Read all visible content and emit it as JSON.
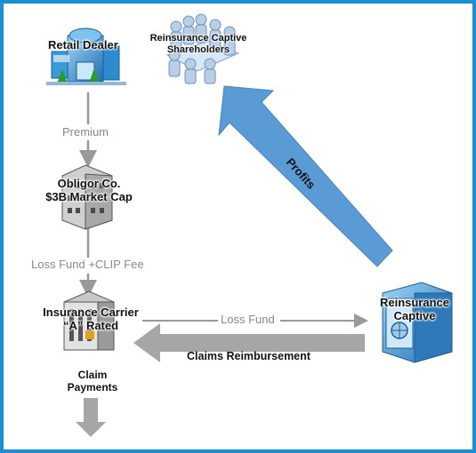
{
  "nodes": {
    "retail_dealer": "Retail Dealer",
    "shareholders": "Reinsurance Captive Shareholders",
    "obligor": [
      "Obligor Co.",
      "$3B Market Cap"
    ],
    "carrier": [
      "Insurance Carrier",
      "“A” Rated"
    ],
    "captive": [
      "Reinsurance",
      "Captive"
    ],
    "claim_payments": [
      "Claim",
      "Payments"
    ]
  },
  "flows": {
    "premium": "Premium",
    "loss_fund_clip": "Loss Fund +CLIP Fee",
    "loss_fund": "Loss Fund",
    "claims_reimbursement": "Claims Reimbursement",
    "profits": "Profits"
  },
  "icons": {
    "retail_dealer": "building-icon",
    "shareholders": "meeting-people-icon",
    "obligor": "office-building-icon",
    "carrier": "bank-building-icon",
    "captive": "safe-vault-icon"
  },
  "colors": {
    "frame": "#1b8fd3",
    "profit_arrow": "#5b9bd5",
    "gray_arrow": "#a6a6a6",
    "thin_line": "#999999"
  }
}
